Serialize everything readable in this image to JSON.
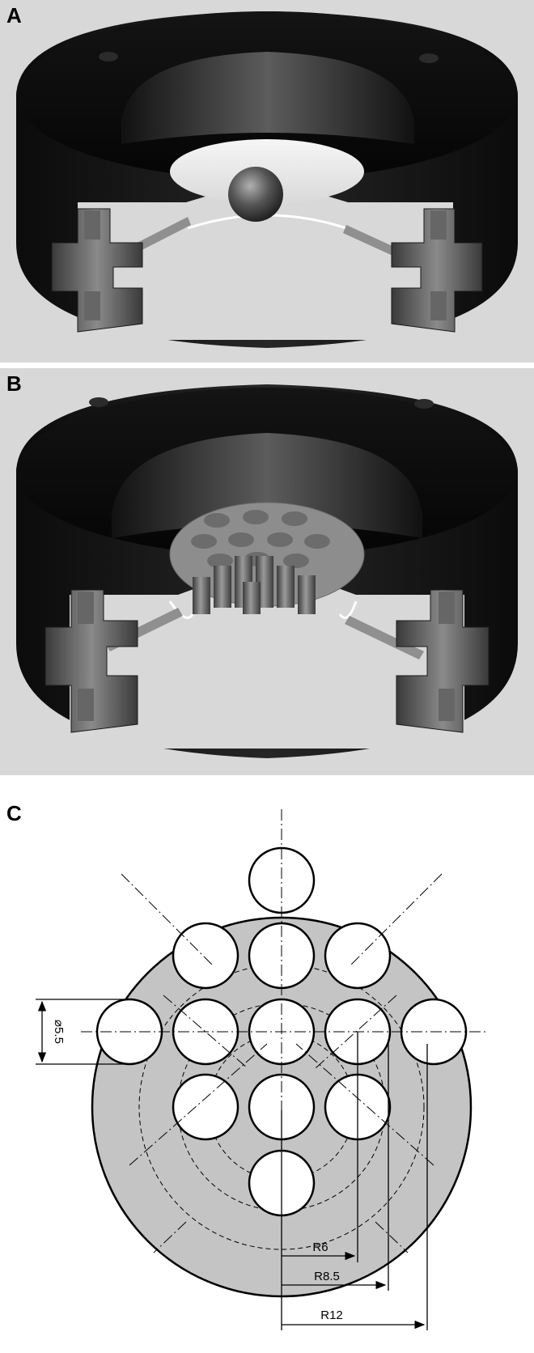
{
  "panels": [
    {
      "label": "A"
    },
    {
      "label": "B"
    },
    {
      "label": "C"
    }
  ],
  "drawing": {
    "hole_diameter_label": "⌀5.5",
    "radius_labels": [
      "R6",
      "R8.5",
      "R12"
    ]
  }
}
